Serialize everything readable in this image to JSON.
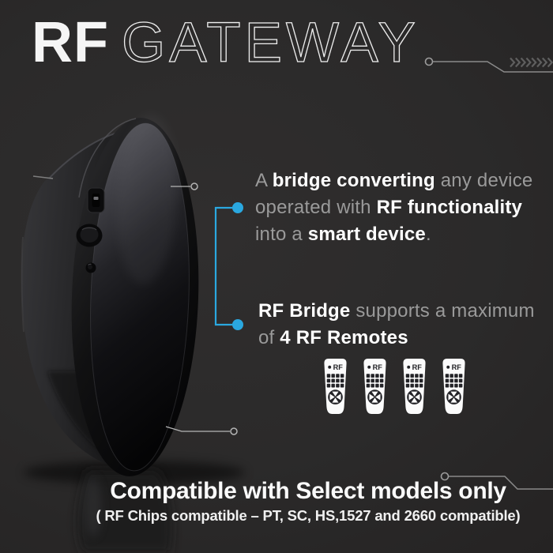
{
  "title": {
    "bold": "RF",
    "light": "GATEWAY"
  },
  "colors": {
    "background": "#2b2a2a",
    "accent_blue": "#2aa8e0",
    "body_text_gray": "#9a9a9a",
    "body_text_white": "#ffffff",
    "footer_white": "#fafafa",
    "remote_white": "#fbfbfb",
    "remote_dark": "#232327",
    "circuit_gray": "#8a8a8a"
  },
  "callouts": {
    "bridge": {
      "lines": [
        [
          {
            "t": "A ",
            "b": 0
          },
          {
            "t": "bridge converting",
            "b": 1
          },
          {
            "t": " any device",
            "b": 0
          }
        ],
        [
          {
            "t": "operated with ",
            "b": 0
          },
          {
            "t": "RF functionality",
            "b": 1
          }
        ],
        [
          {
            "t": "into a ",
            "b": 0
          },
          {
            "t": "smart device",
            "b": 1
          },
          {
            "t": ".",
            "b": 0
          }
        ]
      ]
    },
    "remotes": {
      "lines": [
        [
          {
            "t": "RF Bridge",
            "b": 1
          },
          {
            "t": " supports a maximum",
            "b": 0
          }
        ],
        [
          {
            "t": "of ",
            "b": 0
          },
          {
            "t": "4 RF Remotes",
            "b": 1
          }
        ]
      ],
      "remote_label": "RF",
      "remote_count": 4
    }
  },
  "footer": {
    "line1": "Compatible with Select models only",
    "line2": "( RF Chips compatible – PT, SC, HS,1527 and 2660 compatible)"
  },
  "decor": {
    "chevron_count": 8
  }
}
